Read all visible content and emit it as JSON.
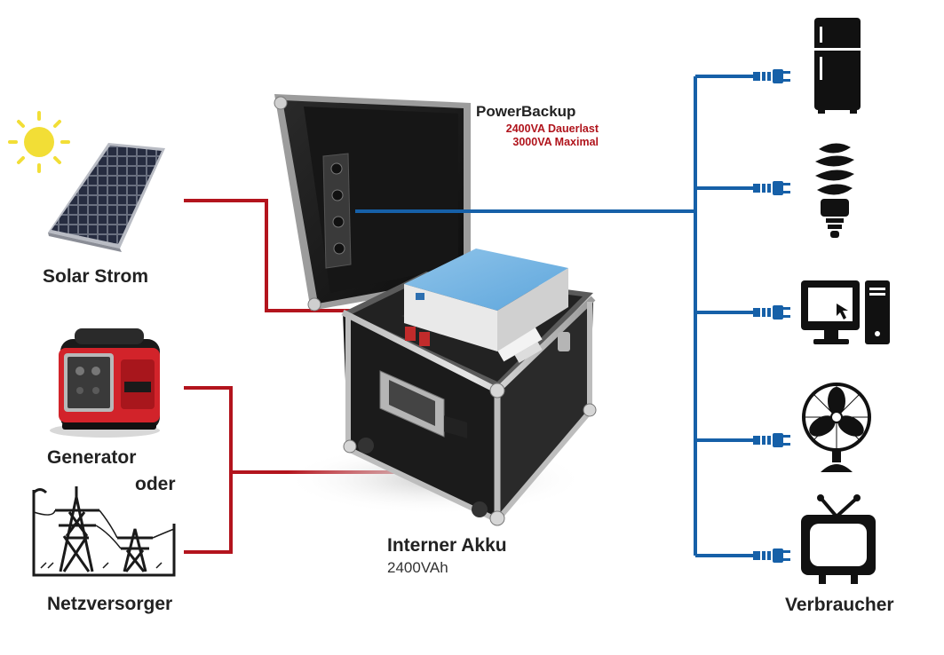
{
  "sources": {
    "solar_label": "Solar Strom",
    "generator_label": "Generator",
    "or_label": "oder",
    "grid_label": "Netzversorger"
  },
  "device": {
    "title": "PowerBackup",
    "spec_continuous": "2400VA Dauerlast",
    "spec_peak": "3000VA Maximal"
  },
  "battery": {
    "title": "Interner Akku",
    "capacity": "2400VAh"
  },
  "consumers": {
    "label": "Verbraucher",
    "items": [
      "fridge-icon",
      "bulb-icon",
      "computer-icon",
      "fan-icon",
      "tv-icon"
    ]
  },
  "colors": {
    "input_line": "#b3141d",
    "output_line": "#1660a8",
    "sun": "#f2de36",
    "icon": "#111111"
  }
}
